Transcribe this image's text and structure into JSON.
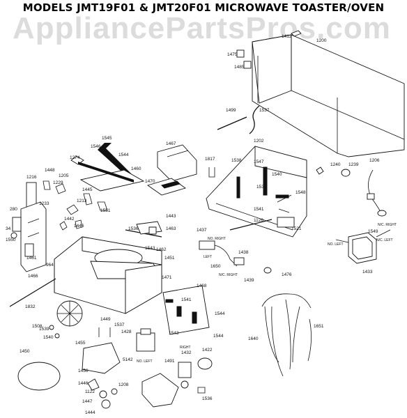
{
  "title": "MODELS JMT19F01 & JMT20F01 MICROWAVE TOASTER/OVEN",
  "watermark": "AppliancePartsPros.com",
  "labels": {
    "p1200": "1200",
    "p1412": "1412",
    "p1475": "1475",
    "p1485": "1485",
    "p1499": "1499",
    "p1537a": "1537",
    "p1202": "1202",
    "p1817": "1817",
    "p1538": "1538",
    "p1547": "1547",
    "p1540": "1540",
    "p1537b": "1537",
    "p1541": "1541",
    "p1126": "1126",
    "p1521": "1521",
    "p1548": "1548",
    "p1240": "1240",
    "p1239": "1239",
    "p1206": "1206",
    "p1549": "1549",
    "p1433": "1433",
    "p1545": "1545",
    "p1546": "1546",
    "p1544a": "1544",
    "p1274": "1274",
    "p1467": "1467",
    "p1460": "1460",
    "p1470": "1470",
    "p1216": "1216",
    "p1448": "1448",
    "p1205": "1205",
    "p1229": "1229",
    "p1445": "1445",
    "p1213": "1213",
    "p1233": "1233",
    "p1551": "1551",
    "p280": "280",
    "p34": "34",
    "p1550": "1550",
    "p1442": "1442",
    "p1446": "1446",
    "p1443": "1443",
    "p1463": "1463",
    "p1536a": "1536",
    "p1543a": "1543",
    "p1462": "1462",
    "p1437": "1437",
    "p1438": "1438",
    "p1650": "1650",
    "p1439": "1439",
    "p1476": "1476",
    "p1461": "1461",
    "p964": "964",
    "p1466": "1466",
    "p1451": "1451",
    "p1471": "1471",
    "p1468": "1468",
    "p1541b": "1541",
    "p1544b": "1544",
    "p1543b": "1543",
    "p1544c": "1544",
    "p1832": "1832",
    "p1508": "1508",
    "p1539": "1539",
    "p1540b": "1540",
    "p1449": "1449",
    "p1537c": "1537",
    "p1428": "1428",
    "p1455": "1455",
    "p5142": "5142",
    "p1450": "1450",
    "p1456": "1456",
    "p1491": "1491",
    "p1432": "1432",
    "p1422": "1422",
    "p1446b": "1446",
    "p1208": "1208",
    "p1122": "1122",
    "p1447": "1447",
    "p1444": "1444",
    "p1536b": "1536",
    "p1640": "1640",
    "p1651": "1651"
  },
  "notes": {
    "no_right": "NO. RIGHT",
    "nc_right": "N/C. RIGHT",
    "no_left": "NO. LEFT",
    "nc_left": "N/C. LEFT",
    "nc_right2": "N/C. RIGHT",
    "no_left2": "NO. LEFT",
    "left": "LEFT",
    "right": "RIGHT"
  }
}
